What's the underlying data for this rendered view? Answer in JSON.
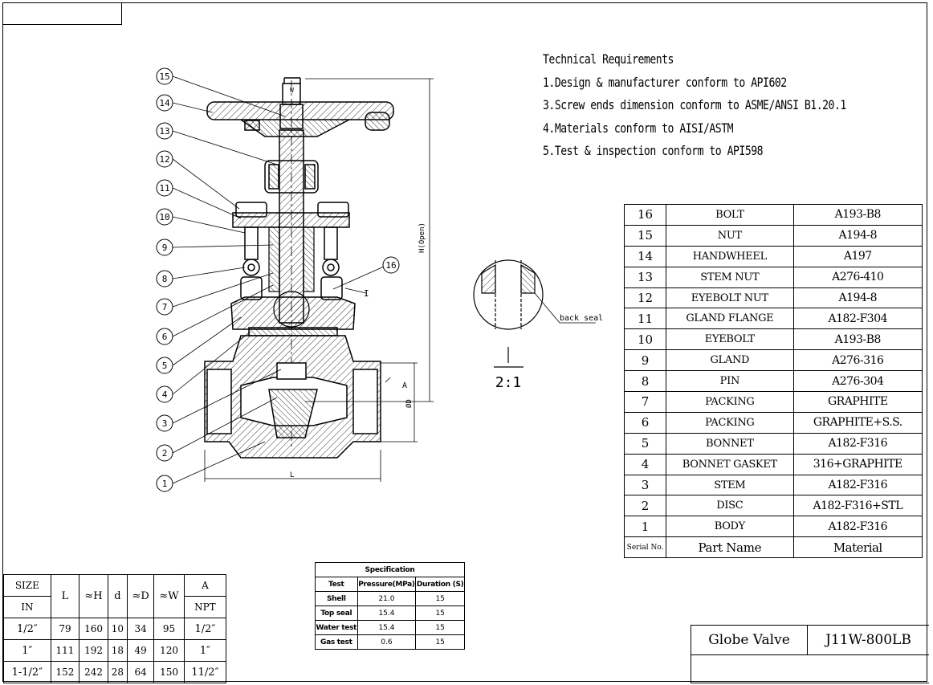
{
  "technical_requirements": {
    "heading": "Technical Requirements",
    "items": [
      "1.Design & manufacturer conform to API602",
      "3.Screw ends dimension conform to ASME/ANSI B1.20.1",
      "4.Materials conform to AISI/ASTM",
      "5.Test & inspection conform to API598"
    ]
  },
  "parts_list": {
    "rows": [
      {
        "no": "16",
        "name": "BOLT",
        "material": "A193-B8"
      },
      {
        "no": "15",
        "name": "NUT",
        "material": "A194-8"
      },
      {
        "no": "14",
        "name": "HANDWHEEL",
        "material": "A197"
      },
      {
        "no": "13",
        "name": "STEM NUT",
        "material": "A276-410"
      },
      {
        "no": "12",
        "name": "EYEBOLT NUT",
        "material": "A194-8"
      },
      {
        "no": "11",
        "name": "GLAND FLANGE",
        "material": "A182-F304"
      },
      {
        "no": "10",
        "name": "EYEBOLT",
        "material": "A193-B8"
      },
      {
        "no": "9",
        "name": "GLAND",
        "material": "A276-316"
      },
      {
        "no": "8",
        "name": "PIN",
        "material": "A276-304"
      },
      {
        "no": "7",
        "name": "PACKING",
        "material": "GRAPHITE"
      },
      {
        "no": "6",
        "name": "PACKING",
        "material": "GRAPHITE+S.S."
      },
      {
        "no": "5",
        "name": "BONNET",
        "material": "A182-F316"
      },
      {
        "no": "4",
        "name": "BONNET GASKET",
        "material": "316+GRAPHITE"
      },
      {
        "no": "3",
        "name": "STEM",
        "material": "A182-F316"
      },
      {
        "no": "2",
        "name": "DISC",
        "material": "A182-F316+STL"
      },
      {
        "no": "1",
        "name": "BODY",
        "material": "A182-F316"
      }
    ],
    "header": {
      "no": "Serial No.",
      "name": "Part Name",
      "material": "Material"
    }
  },
  "size_table": {
    "headers": {
      "size": "SIZE",
      "in": "IN",
      "L": "L",
      "H": "≈H",
      "d": "d",
      "D": "≈D",
      "W": "≈W",
      "A": "A",
      "npt": "NPT"
    },
    "rows": [
      [
        "1/2″",
        "79",
        "160",
        "10",
        "34",
        "95",
        "1/2″"
      ],
      [
        "1″",
        "111",
        "192",
        "18",
        "49",
        "120",
        "1″"
      ],
      [
        "1-1/2″",
        "152",
        "242",
        "28",
        "64",
        "150",
        "11/2″"
      ]
    ]
  },
  "specification": {
    "title": "Specification",
    "headers": [
      "Test",
      "Pressure(MPa)",
      "Duration (S)"
    ],
    "rows": [
      [
        "Shell",
        "21.0",
        "15"
      ],
      [
        "Top seal",
        "15.4",
        "15"
      ],
      [
        "Water test",
        "15.4",
        "15"
      ],
      [
        "Gas test",
        "0.6",
        "15"
      ]
    ]
  },
  "title_block": {
    "name": "Globe Valve",
    "model": "J11W-800LB"
  },
  "drawing": {
    "balloons": [
      "15",
      "14",
      "13",
      "12",
      "11",
      "10",
      "9",
      "8",
      "7",
      "6",
      "5",
      "4",
      "3",
      "2",
      "1",
      "16"
    ],
    "dims": {
      "W": "W",
      "H": "H(Open)",
      "D": "ØD",
      "L": "L",
      "A": "A",
      "I": "I"
    },
    "detail": {
      "label": "I",
      "scale": "2:1",
      "note": "back seal"
    }
  }
}
